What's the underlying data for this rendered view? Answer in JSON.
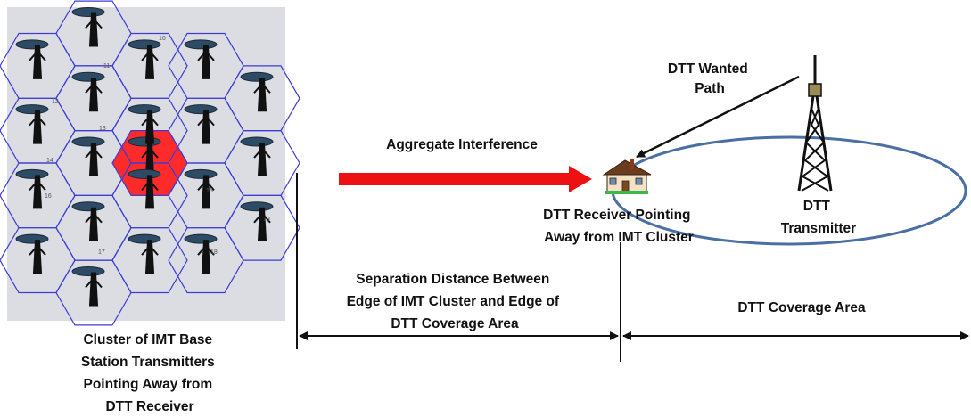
{
  "labels": {
    "aggregate_interference": "Aggregate Interference",
    "wanted_path": [
      "DTT Wanted",
      "Path"
    ],
    "receiver": [
      "DTT Receiver Pointing",
      "Away from IMT Cluster"
    ],
    "transmitter": [
      "DTT",
      "Transmitter"
    ],
    "separation": [
      "Separation Distance Between",
      "Edge of IMT Cluster and Edge of",
      "DTT Coverage Area"
    ],
    "coverage": "DTT Coverage Area",
    "cluster": [
      "Cluster of IMT Base",
      "Station Transmitters",
      "Pointing Away from",
      "DTT Receiver"
    ]
  },
  "cluster_cell_numbers": [
    "10",
    "11",
    "12",
    "13",
    "14",
    "15",
    "16",
    "17",
    "18",
    "19"
  ],
  "colors": {
    "cluster_background": "#dcdde3",
    "hex_outline": "#3b3bd6",
    "center_cell": "#ff2b2b",
    "interference_arrow": "#ee1111",
    "coverage_ellipse": "#4a6fa5"
  },
  "icons": [
    "base-station-icon",
    "house-icon",
    "tower-icon"
  ]
}
